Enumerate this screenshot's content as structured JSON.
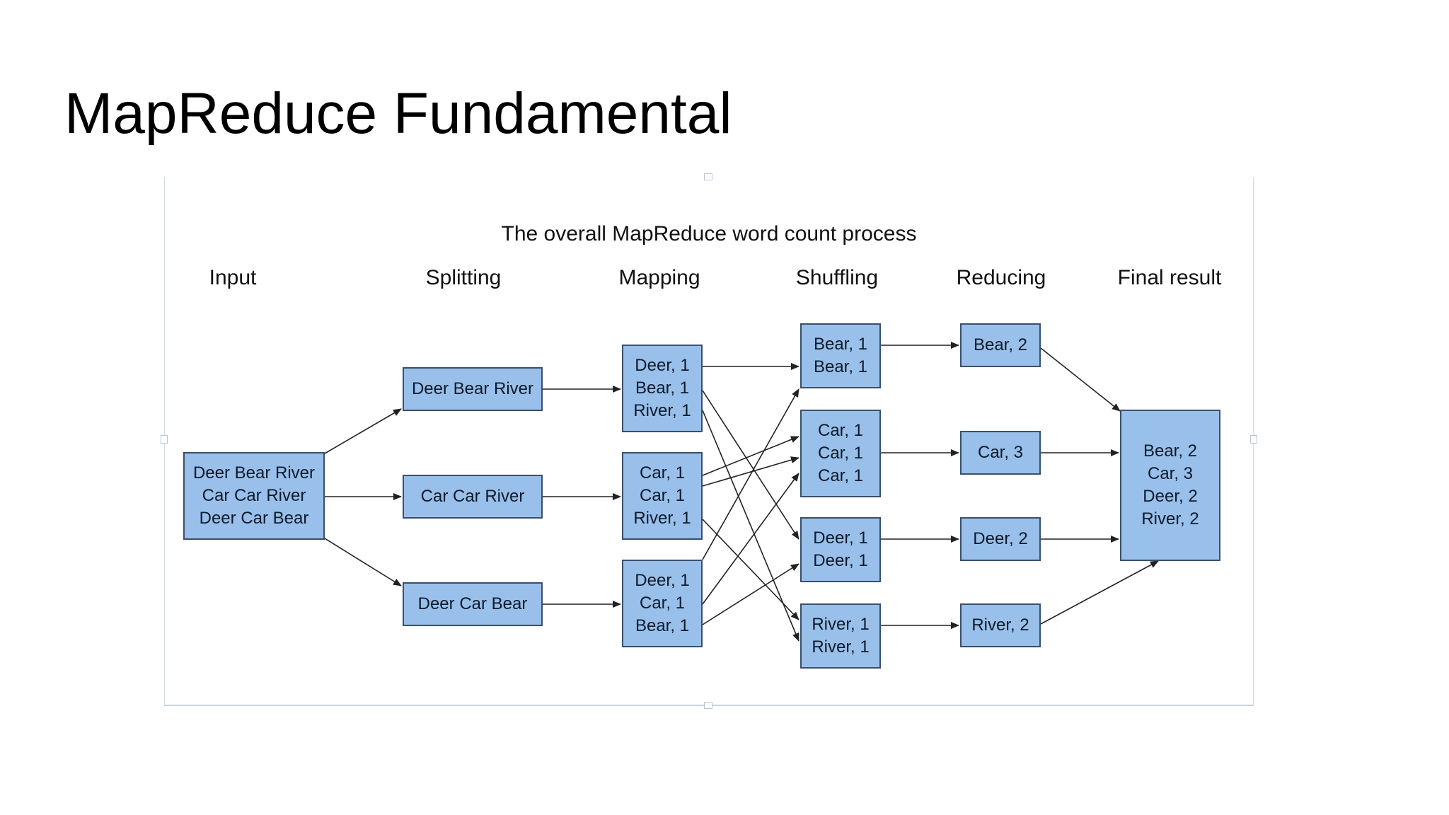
{
  "slide": {
    "title": "MapReduce Fundamental"
  },
  "diagram": {
    "title": "The overall MapReduce word count process",
    "stages": {
      "input": "Input",
      "splitting": "Splitting",
      "mapping": "Mapping",
      "shuffling": "Shuffling",
      "reducing": "Reducing",
      "final_result": "Final result"
    },
    "input": {
      "lines": [
        "Deer Bear River",
        "Car Car River",
        "Deer Car Bear"
      ]
    },
    "splits": [
      {
        "lines": [
          "Deer Bear River"
        ]
      },
      {
        "lines": [
          "Car Car River"
        ]
      },
      {
        "lines": [
          "Deer Car Bear"
        ]
      }
    ],
    "maps": [
      {
        "lines": [
          "Deer, 1",
          "Bear, 1",
          "River, 1"
        ]
      },
      {
        "lines": [
          "Car, 1",
          "Car, 1",
          "River, 1"
        ]
      },
      {
        "lines": [
          "Deer, 1",
          "Car, 1",
          "Bear, 1"
        ]
      }
    ],
    "shuffles": [
      {
        "lines": [
          "Bear, 1",
          "Bear, 1"
        ]
      },
      {
        "lines": [
          "Car, 1",
          "Car, 1",
          "Car, 1"
        ]
      },
      {
        "lines": [
          "Deer, 1",
          "Deer, 1"
        ]
      },
      {
        "lines": [
          "River, 1",
          "River, 1"
        ]
      }
    ],
    "reduces": [
      {
        "lines": [
          "Bear, 2"
        ]
      },
      {
        "lines": [
          "Car, 3"
        ]
      },
      {
        "lines": [
          "Deer, 2"
        ]
      },
      {
        "lines": [
          "River, 2"
        ]
      }
    ],
    "result": {
      "lines": [
        "Bear, 2",
        "Car, 3",
        "Deer, 2",
        "River, 2"
      ]
    },
    "colors": {
      "box_fill": "#99c0ea",
      "box_border": "#3b4f6c",
      "arrow": "#222222"
    }
  }
}
